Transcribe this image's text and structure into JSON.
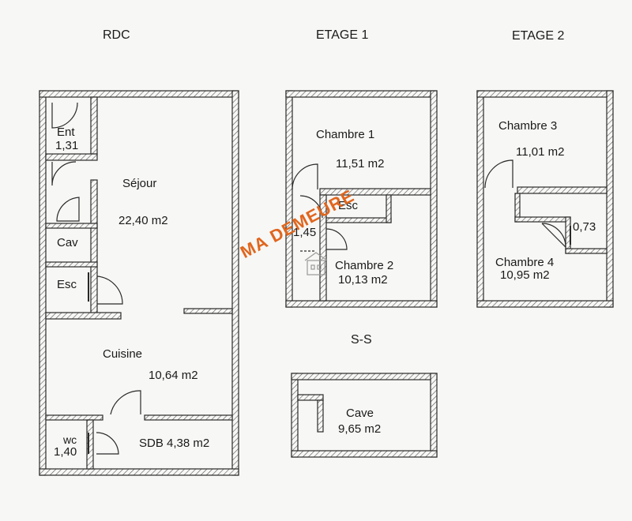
{
  "headers": {
    "rdc": "RDC",
    "etage1": "ETAGE 1",
    "etage2": "ETAGE 2",
    "ss": "S-S"
  },
  "rooms": {
    "ent_name": "Ent",
    "ent_area": "1,31",
    "sejour_name": "Séjour",
    "sejour_area": "22,40 m2",
    "cav_name": "Cav",
    "esc_rdc_name": "Esc",
    "cuisine_name": "Cuisine",
    "cuisine_area": "10,64 m2",
    "wc_name": "wc",
    "wc_area": "1,40",
    "sdb_label": "SDB 4,38 m2",
    "chambre1_name": "Chambre 1",
    "chambre1_area": "11,51 m2",
    "esc_e1_name": "Esc",
    "small_e1_area": "1,45",
    "chambre2_name": "Chambre 2",
    "chambre2_area": "10,13 m2",
    "chambre3_name": "Chambre 3",
    "chambre3_area": "11,01 m2",
    "small_e2_area": "0,73",
    "chambre4_name": "Chambre 4",
    "chambre4_area": "10,95 m2",
    "cave_name": "Cave",
    "cave_area": "9,65 m2"
  },
  "watermark": {
    "text": "MA DEMEURE",
    "color": "#e0661e"
  },
  "colors": {
    "wall": "#2a2a2a",
    "hatch": "#555555",
    "paper": "#f7f7f5"
  }
}
